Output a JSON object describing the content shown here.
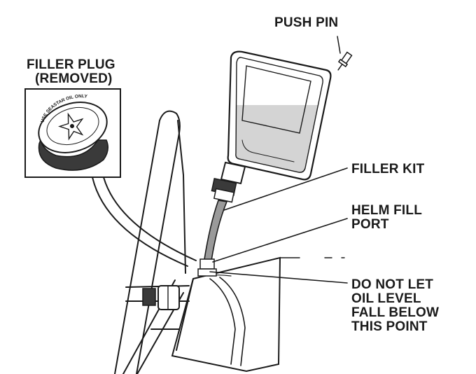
{
  "labels": {
    "push_pin": "PUSH PIN",
    "filler_plug": [
      "FILLER PLUG",
      "(REMOVED)"
    ],
    "filler_kit": "FILLER KIT",
    "helm_fill_port": [
      "HELM FILL",
      "PORT"
    ],
    "oil_level_warning": [
      "DO NOT LET",
      "OIL LEVEL",
      "FALL BELOW",
      "THIS POINT"
    ]
  },
  "cap_text": "USE SEASTAR OIL ONLY",
  "colors": {
    "ink": "#1a1a1a",
    "oil_fill": "#d4d4d4",
    "tube": "#9a9a9a",
    "background": "#ffffff"
  },
  "icons": [
    "push-pin-icon",
    "star-emblem-icon"
  ]
}
